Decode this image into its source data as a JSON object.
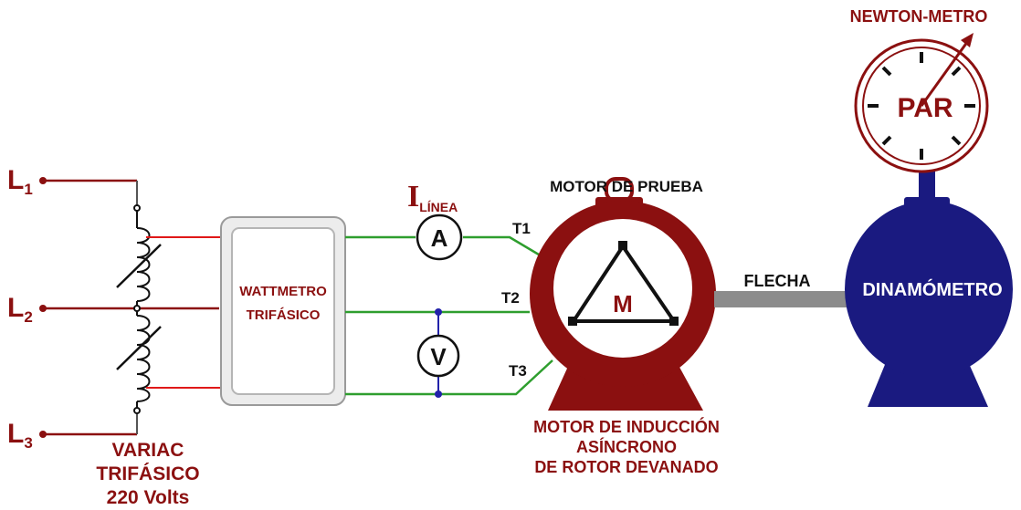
{
  "lines": {
    "l1": {
      "letter": "L",
      "sub": "1"
    },
    "l2": {
      "letter": "L",
      "sub": "2"
    },
    "l3": {
      "letter": "L",
      "sub": "3"
    }
  },
  "variac": {
    "line1": "VARIAC",
    "line2": "TRIFÁSICO",
    "line3": "220 Volts"
  },
  "wattmeter": {
    "line1": "WATTMETRO",
    "line2": "TRIFÁSICO"
  },
  "ammeter": {
    "symbol": "A",
    "current_label": "I",
    "current_sub": "LÍNEA"
  },
  "voltmeter": {
    "symbol": "V"
  },
  "terminals": {
    "t1": "T1",
    "t2": "T2",
    "t3": "T3"
  },
  "motor": {
    "title": "MOTOR DE PRUEBA",
    "symbol": "M",
    "desc_line1": "MOTOR DE INDUCCIÓN",
    "desc_line2": "ASÍNCRONO",
    "desc_line3": "DE ROTOR DEVANADO"
  },
  "shaft": {
    "label": "FLECHA"
  },
  "dynamometer": {
    "label": "DINAMÓMETRO"
  },
  "torque_meter": {
    "title": "NEWTON-METRO",
    "label": "PAR"
  },
  "colors": {
    "dark_red": "#8b1010",
    "wire_red": "#e01818",
    "wire_green": "#2e9e2e",
    "navy": "#1a1a80",
    "shaft_gray": "#8c8c8c"
  }
}
